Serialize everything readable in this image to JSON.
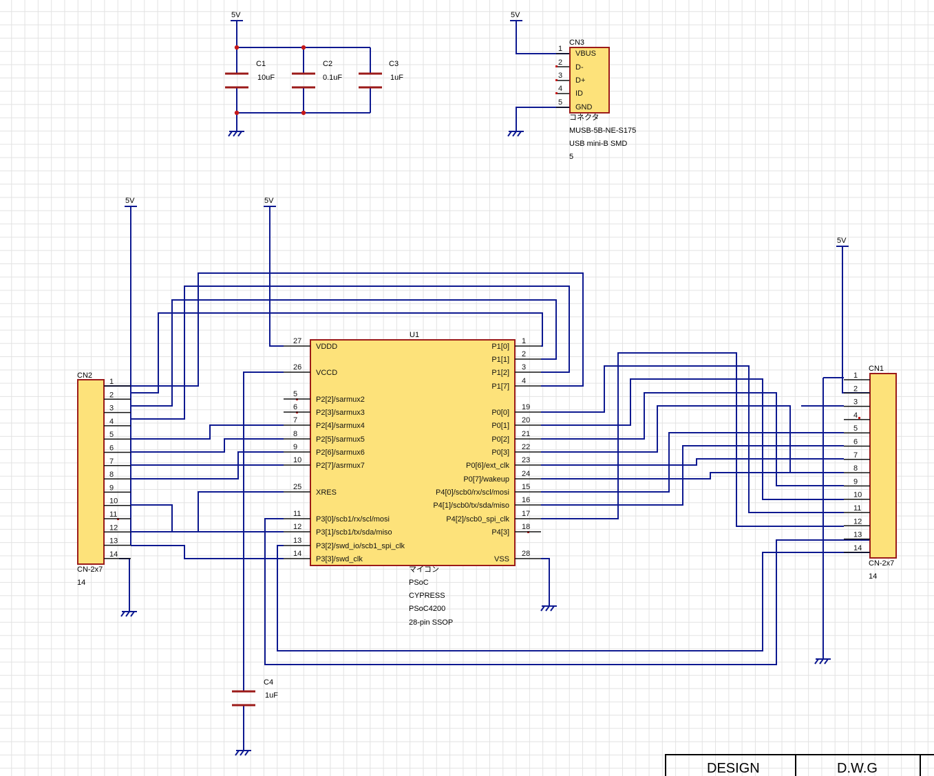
{
  "power_label": "5V",
  "caps": [
    {
      "ref": "C1",
      "value": "10uF"
    },
    {
      "ref": "C2",
      "value": "0.1uF"
    },
    {
      "ref": "C3",
      "value": "1uF"
    },
    {
      "ref": "C4",
      "value": "1uF"
    }
  ],
  "cn3": {
    "ref": "CN3",
    "pins": [
      {
        "num": "1",
        "name": "VBUS"
      },
      {
        "num": "2",
        "name": "D-"
      },
      {
        "num": "3",
        "name": "D+"
      },
      {
        "num": "4",
        "name": "ID"
      },
      {
        "num": "5",
        "name": "GND"
      }
    ],
    "type": "コネクタ",
    "part": "MUSB-5B-NE-S175",
    "desc": "USB mini-B SMD",
    "count": "5"
  },
  "u1": {
    "ref": "U1",
    "left_pins": [
      {
        "num": "27",
        "name": "VDDD"
      },
      {
        "num": "26",
        "name": "VCCD"
      },
      {
        "num": "5",
        "name": "P2[2]/sarmux2"
      },
      {
        "num": "6",
        "name": "P2[3]/sarmux3"
      },
      {
        "num": "7",
        "name": "P2[4]/sarmux4"
      },
      {
        "num": "8",
        "name": "P2[5]/sarmux5"
      },
      {
        "num": "9",
        "name": "P2[6]/sarmux6"
      },
      {
        "num": "10",
        "name": "P2[7]/asrmux7"
      },
      {
        "num": "25",
        "name": "XRES"
      },
      {
        "num": "11",
        "name": "P3[0]/scb1/rx/scl/mosi"
      },
      {
        "num": "12",
        "name": "P3[1]/scb1/tx/sda/miso"
      },
      {
        "num": "13",
        "name": "P3[2]/swd_io/scb1_spi_clk"
      },
      {
        "num": "14",
        "name": "P3[3]/swd_clk"
      }
    ],
    "right_pins": [
      {
        "num": "1",
        "name": "P1[0]"
      },
      {
        "num": "2",
        "name": "P1[1]"
      },
      {
        "num": "3",
        "name": "P1[2]"
      },
      {
        "num": "4",
        "name": "P1[7]"
      },
      {
        "num": "19",
        "name": "P0[0]"
      },
      {
        "num": "20",
        "name": "P0[1]"
      },
      {
        "num": "21",
        "name": "P0[2]"
      },
      {
        "num": "22",
        "name": "P0[3]"
      },
      {
        "num": "23",
        "name": "P0[6]/ext_clk"
      },
      {
        "num": "24",
        "name": "P0[7]/wakeup"
      },
      {
        "num": "15",
        "name": "P4[0]/scb0/rx/scl/mosi"
      },
      {
        "num": "16",
        "name": "P4[1]/scb0/tx/sda/miso"
      },
      {
        "num": "17",
        "name": "P4[2]/scb0_spi_clk"
      },
      {
        "num": "18",
        "name": "P4[3]"
      },
      {
        "num": "28",
        "name": "VSS"
      }
    ],
    "type": "マイコン",
    "family": "PSoC",
    "maker": "CYPRESS",
    "part": "PSoC4200",
    "package": "28-pin SSOP"
  },
  "cn2": {
    "ref": "CN2",
    "pins": [
      "1",
      "2",
      "3",
      "4",
      "5",
      "6",
      "7",
      "8",
      "9",
      "10",
      "11",
      "12",
      "13",
      "14"
    ],
    "type": "CN-2x7",
    "count": "14"
  },
  "cn1": {
    "ref": "CN1",
    "pins": [
      "1",
      "2",
      "3",
      "4",
      "5",
      "6",
      "7",
      "8",
      "9",
      "10",
      "11",
      "12",
      "13",
      "14"
    ],
    "type": "CN-2x7",
    "count": "14"
  },
  "title_block": {
    "design": "DESIGN",
    "dwg": "D.W.G"
  }
}
